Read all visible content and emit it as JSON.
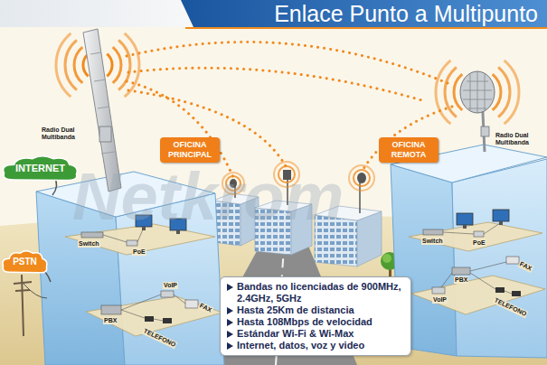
{
  "diagram": {
    "title": "Enlace Punto a Multipunto",
    "nodes": [
      {
        "text": [
          "INTERNET"
        ]
      },
      {
        "text": [
          "PSTN"
        ]
      },
      {
        "text": [
          "OFICINA PRINCIPAL"
        ]
      },
      {
        "text": [
          "OFICINA REMOTA"
        ]
      },
      {
        "text": [
          "Bandas no licenciadas de 900MHz, 2.4GHz, 5GHz",
          "Hasta 25Km de distancia",
          "Hasta 108Mbps de velocidad",
          "Estándar Wi-Fi & Wi-Max",
          "Internet, datos, voz y video"
        ]
      }
    ],
    "labels": [
      "Radio Dual Multibanda",
      "Radio Dual Multibanda",
      "Netkrom",
      "Switch",
      "PoE",
      "VoIP",
      "FAX",
      "PBX",
      "TELEFONO",
      "Switch",
      "PoE",
      "FAX",
      "PBX",
      "VoIP",
      "TELEFONO"
    ]
  }
}
